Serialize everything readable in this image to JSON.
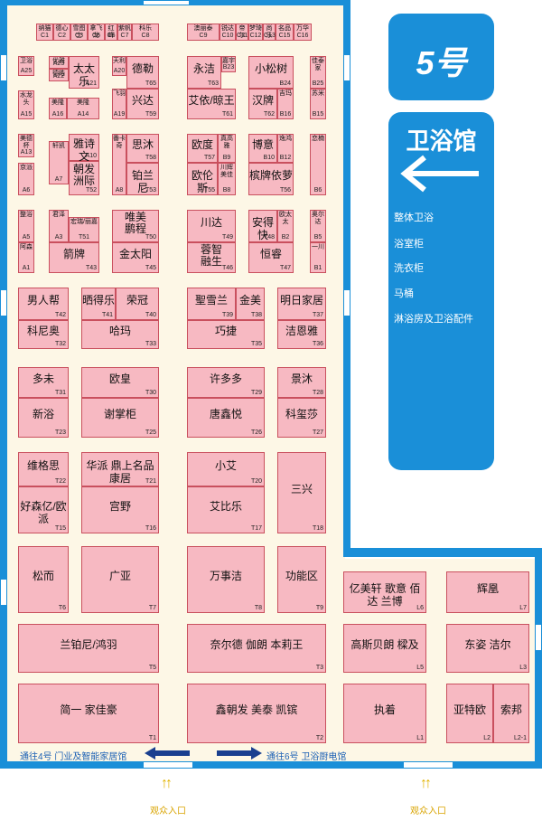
{
  "hall": {
    "number": "5号",
    "name": "卫浴馆",
    "arrow_icon": "left-arrow-icon",
    "categories": [
      "整体卫浴",
      "浴室柜",
      "洗衣柜",
      "马桶",
      "淋浴房及卫浴配件"
    ]
  },
  "colors": {
    "wall": "#1a8fd8",
    "booth": "#f7b9c2",
    "booth_border": "#c9505e",
    "floor": "#fdf7e6",
    "entrance": "#e2b400"
  },
  "navigation": {
    "left": "通往4号 门业及智能家居馆",
    "right": "通往6号 卫浴厨电馆"
  },
  "entrances": [
    "观众入口",
    "观众入口"
  ],
  "booths": {
    "c1": {
      "name": "纳猫",
      "code": "C1"
    },
    "c2": {
      "name": "德心",
      "code": "C2"
    },
    "c3": {
      "name": "雪图士",
      "code": "C3"
    },
    "c5": {
      "name": "拿飞龙",
      "code": "C5"
    },
    "c6": {
      "name": "红峰",
      "code": "C6"
    },
    "c7": {
      "name": "紫帆",
      "code": "C7"
    },
    "c8": {
      "name": "科乐",
      "code": "C8"
    },
    "c9": {
      "name": "澳丽泰",
      "code": "C9"
    },
    "c10": {
      "name": "锐达",
      "code": "C10"
    },
    "c11": {
      "name": "帝尔",
      "code": "C11"
    },
    "c12": {
      "name": "梦琦",
      "code": "C12"
    },
    "c13": {
      "name": "尚乐",
      "code": "C13"
    },
    "c15": {
      "name": "名品",
      "code": "C15"
    },
    "c16": {
      "name": "万华",
      "code": "C16"
    },
    "a25": {
      "name": "卫浴",
      "code": "A25"
    },
    "a23": {
      "name": "优雅",
      "code": "A23"
    },
    "a22": {
      "name": "德皓",
      "code": "A22"
    },
    "a21": {
      "name": "太太乐",
      "code": "A21"
    },
    "a20": {
      "name": "天利",
      "code": "A20"
    },
    "t65": {
      "name": "德勒",
      "code": "T65"
    },
    "t63": {
      "name": "永洁",
      "code": "T63"
    },
    "b23": {
      "name": "嘉宇",
      "code": "B23"
    },
    "b24": {
      "name": "小松树",
      "code": "B24"
    },
    "b25": {
      "name": "佳泰家",
      "code": "B25"
    },
    "a15": {
      "name": "水龙头",
      "code": "A15"
    },
    "a16": {
      "name": "美隆",
      "code": "A16"
    },
    "a14": {
      "name": "美隆",
      "code": "A14"
    },
    "a19": {
      "name": "飞羽",
      "code": "A19"
    },
    "t59": {
      "name": "兴达",
      "code": "T59"
    },
    "t61": {
      "name": "艾依/晾王",
      "code": "T61"
    },
    "t62": {
      "name": "汉牌",
      "code": "T62"
    },
    "b16": {
      "name": "吉玛",
      "code": "B16"
    },
    "b15": {
      "name": "苏米",
      "code": "B15"
    },
    "a13": {
      "name": "美德杯",
      "code": "A13"
    },
    "a7": {
      "name": "轩凯",
      "code": "A7"
    },
    "a10": {
      "name": "雅诗文",
      "code": "A10"
    },
    "t52": {
      "name": "朝发\n洲际",
      "code": "T52"
    },
    "a8": {
      "name": "番卡奇",
      "code": "A8"
    },
    "t58": {
      "name": "思沐",
      "code": "T58"
    },
    "t53": {
      "name": "铂兰尼",
      "code": "T53"
    },
    "t57": {
      "name": "欧度",
      "code": "T57"
    },
    "b9": {
      "name": "真高雅",
      "code": "B9"
    },
    "t55": {
      "name": "欧伦斯",
      "code": "T55"
    },
    "b8": {
      "name": "川辉\n美佳",
      "code": "B8"
    },
    "b10": {
      "name": "博意",
      "code": "B10"
    },
    "b12": {
      "name": "逸鸿",
      "code": "B12"
    },
    "t56": {
      "name": "槟牌依萝",
      "code": "T56"
    },
    "b6": {
      "name": "恋楠",
      "code": "B6"
    },
    "a6": {
      "name": "京派",
      "code": "A6"
    },
    "a5": {
      "name": "整浴",
      "code": "A5"
    },
    "a3": {
      "name": "君泽",
      "code": "A3"
    },
    "t51": {
      "name": "宏瑞/丽嘉",
      "code": "T51"
    },
    "a1": {
      "name": "阿森",
      "code": "A1"
    },
    "t43": {
      "name": "箭牌",
      "code": "T43"
    },
    "t50": {
      "name": "唯美\n鹏程",
      "code": "T50"
    },
    "t45": {
      "name": "金太阳",
      "code": "T45"
    },
    "t49": {
      "name": "川达",
      "code": "T49"
    },
    "t46": {
      "name": "蓉智\n融生",
      "code": "T46"
    },
    "t48": {
      "name": "安得快",
      "code": "T48"
    },
    "b2": {
      "name": "欧太太",
      "code": "B2"
    },
    "t47": {
      "name": "恒睿",
      "code": "T47"
    },
    "b5": {
      "name": "奥尔达",
      "code": "B5"
    },
    "b1": {
      "name": "一川",
      "code": "B1"
    },
    "t42": {
      "name": "男人帮",
      "code": "T42"
    },
    "t41": {
      "name": "晒得乐",
      "code": "T41"
    },
    "t40": {
      "name": "荣冠",
      "code": "T40"
    },
    "t39": {
      "name": "聖雪兰",
      "code": "T39"
    },
    "t38": {
      "name": "金美",
      "code": "T38"
    },
    "t37": {
      "name": "明日家居",
      "code": "T37"
    },
    "t32": {
      "name": "科尼奥",
      "code": "T32"
    },
    "t33": {
      "name": "哈玛",
      "code": "T33"
    },
    "t35": {
      "name": "巧捷",
      "code": "T35"
    },
    "t36": {
      "name": "洁恩雅",
      "code": "T36"
    },
    "t31": {
      "name": "多未",
      "code": "T31"
    },
    "t30": {
      "name": "欧皇",
      "code": "T30"
    },
    "t29": {
      "name": "许多多",
      "code": "T29"
    },
    "t28": {
      "name": "景沐",
      "code": "T28"
    },
    "t23": {
      "name": "新浴",
      "code": "T23"
    },
    "t25": {
      "name": "谢掌柜",
      "code": "T25"
    },
    "t26": {
      "name": "唐鑫悦",
      "code": "T26"
    },
    "t27": {
      "name": "科玺莎",
      "code": "T27"
    },
    "t22": {
      "name": "维格思",
      "code": "T22"
    },
    "t21": {
      "name": "华派 鼎上名品 康居",
      "code": "T21"
    },
    "t20": {
      "name": "小艾",
      "code": "T20"
    },
    "t15": {
      "name": "好森亿/欧派",
      "code": "T15"
    },
    "t16": {
      "name": "宫野",
      "code": "T16"
    },
    "t17": {
      "name": "艾比乐",
      "code": "T17"
    },
    "t18": {
      "name": "三兴",
      "code": "T18"
    },
    "t6": {
      "name": "松而",
      "code": "T6"
    },
    "t7": {
      "name": "广亚",
      "code": "T7"
    },
    "t8": {
      "name": "万事洁",
      "code": "T8"
    },
    "t9": {
      "name": "功能区",
      "code": "T9"
    },
    "l6": {
      "name": "亿美轩 歌意 佰达 兰博",
      "code": "L6"
    },
    "l7": {
      "name": "辉凰",
      "code": "L7"
    },
    "t5": {
      "name": "兰铂尼/鸿羽",
      "code": "T5"
    },
    "t3": {
      "name": "奈尔德 伽朗 本莉王",
      "code": "T3"
    },
    "l5": {
      "name": "高斯贝朗 樑及",
      "code": "L5"
    },
    "l3": {
      "name": "东姿  洁尔",
      "code": "L3"
    },
    "t1": {
      "name": "简一 家佳豪",
      "code": "T1"
    },
    "t2": {
      "name": "鑫朝发 美泰 凯镔",
      "code": "T2"
    },
    "l1": {
      "name": "执着",
      "code": "L1"
    },
    "l2": {
      "name": "亚特欧",
      "code": "L2"
    },
    "l21": {
      "name": "索邦",
      "code": "L2-1"
    }
  }
}
